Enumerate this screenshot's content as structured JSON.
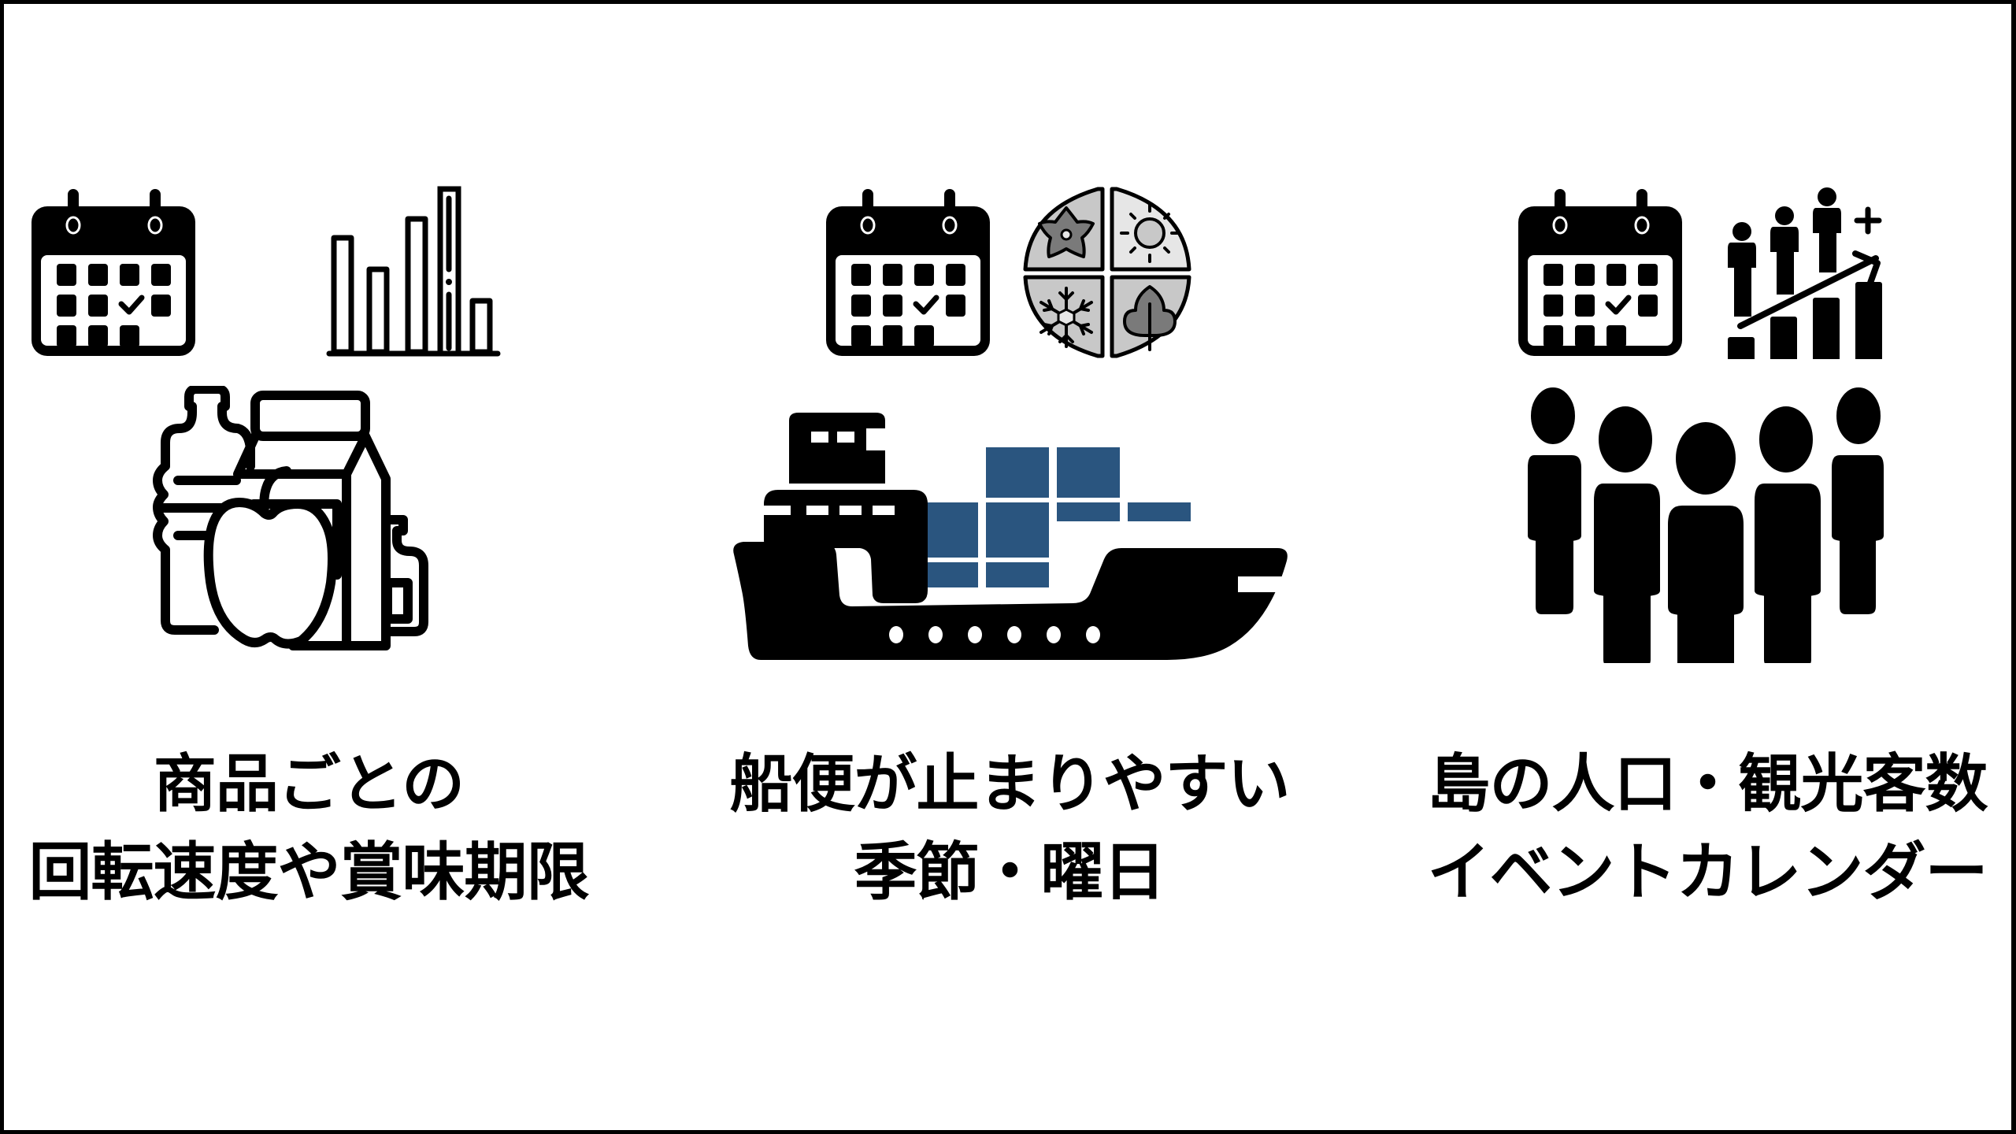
{
  "columns": [
    {
      "id": "products",
      "icons": [
        "calendar-check-icon",
        "bar-chart-icon",
        "groceries-icon"
      ],
      "caption": {
        "line1": "商品ごとの",
        "line2": "回転速度や賞味期限"
      }
    },
    {
      "id": "shipping",
      "icons": [
        "calendar-check-icon",
        "four-seasons-icon",
        "cargo-ship-icon"
      ],
      "caption": {
        "line1": "船便が止まりやすい",
        "line2": "季節・曜日"
      }
    },
    {
      "id": "population",
      "icons": [
        "calendar-check-icon",
        "population-growth-icon",
        "people-group-icon"
      ],
      "caption": {
        "line1": "島の人口・観光客数",
        "line2": "イベントカレンダー"
      }
    }
  ],
  "colors": {
    "border": "#000000",
    "background": "#ffffff",
    "container_blue": "#2a557f",
    "season_light": "#e6e6e6",
    "season_mid": "#c8c8c8",
    "season_dark": "#7a7a7a"
  }
}
